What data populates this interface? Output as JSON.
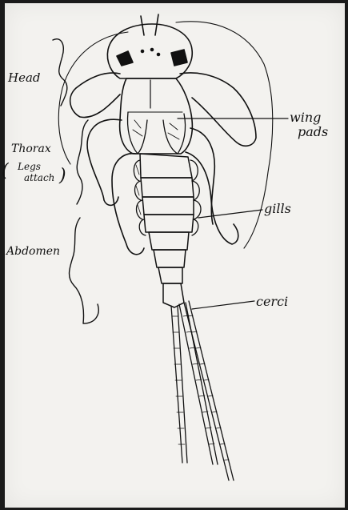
{
  "labels": {
    "head": "Head",
    "thorax": "Thorax",
    "legs_attach_1": "Legs",
    "legs_attach_2": "attach",
    "abdomen": "Abdomen",
    "wing_pads_1": "wing",
    "wing_pads_2": "pads",
    "gills": "gills",
    "cerci": "cerci"
  },
  "colors": {
    "paper": "#f3f2ef",
    "ink": "#111111",
    "border": "#1a1a1a"
  }
}
